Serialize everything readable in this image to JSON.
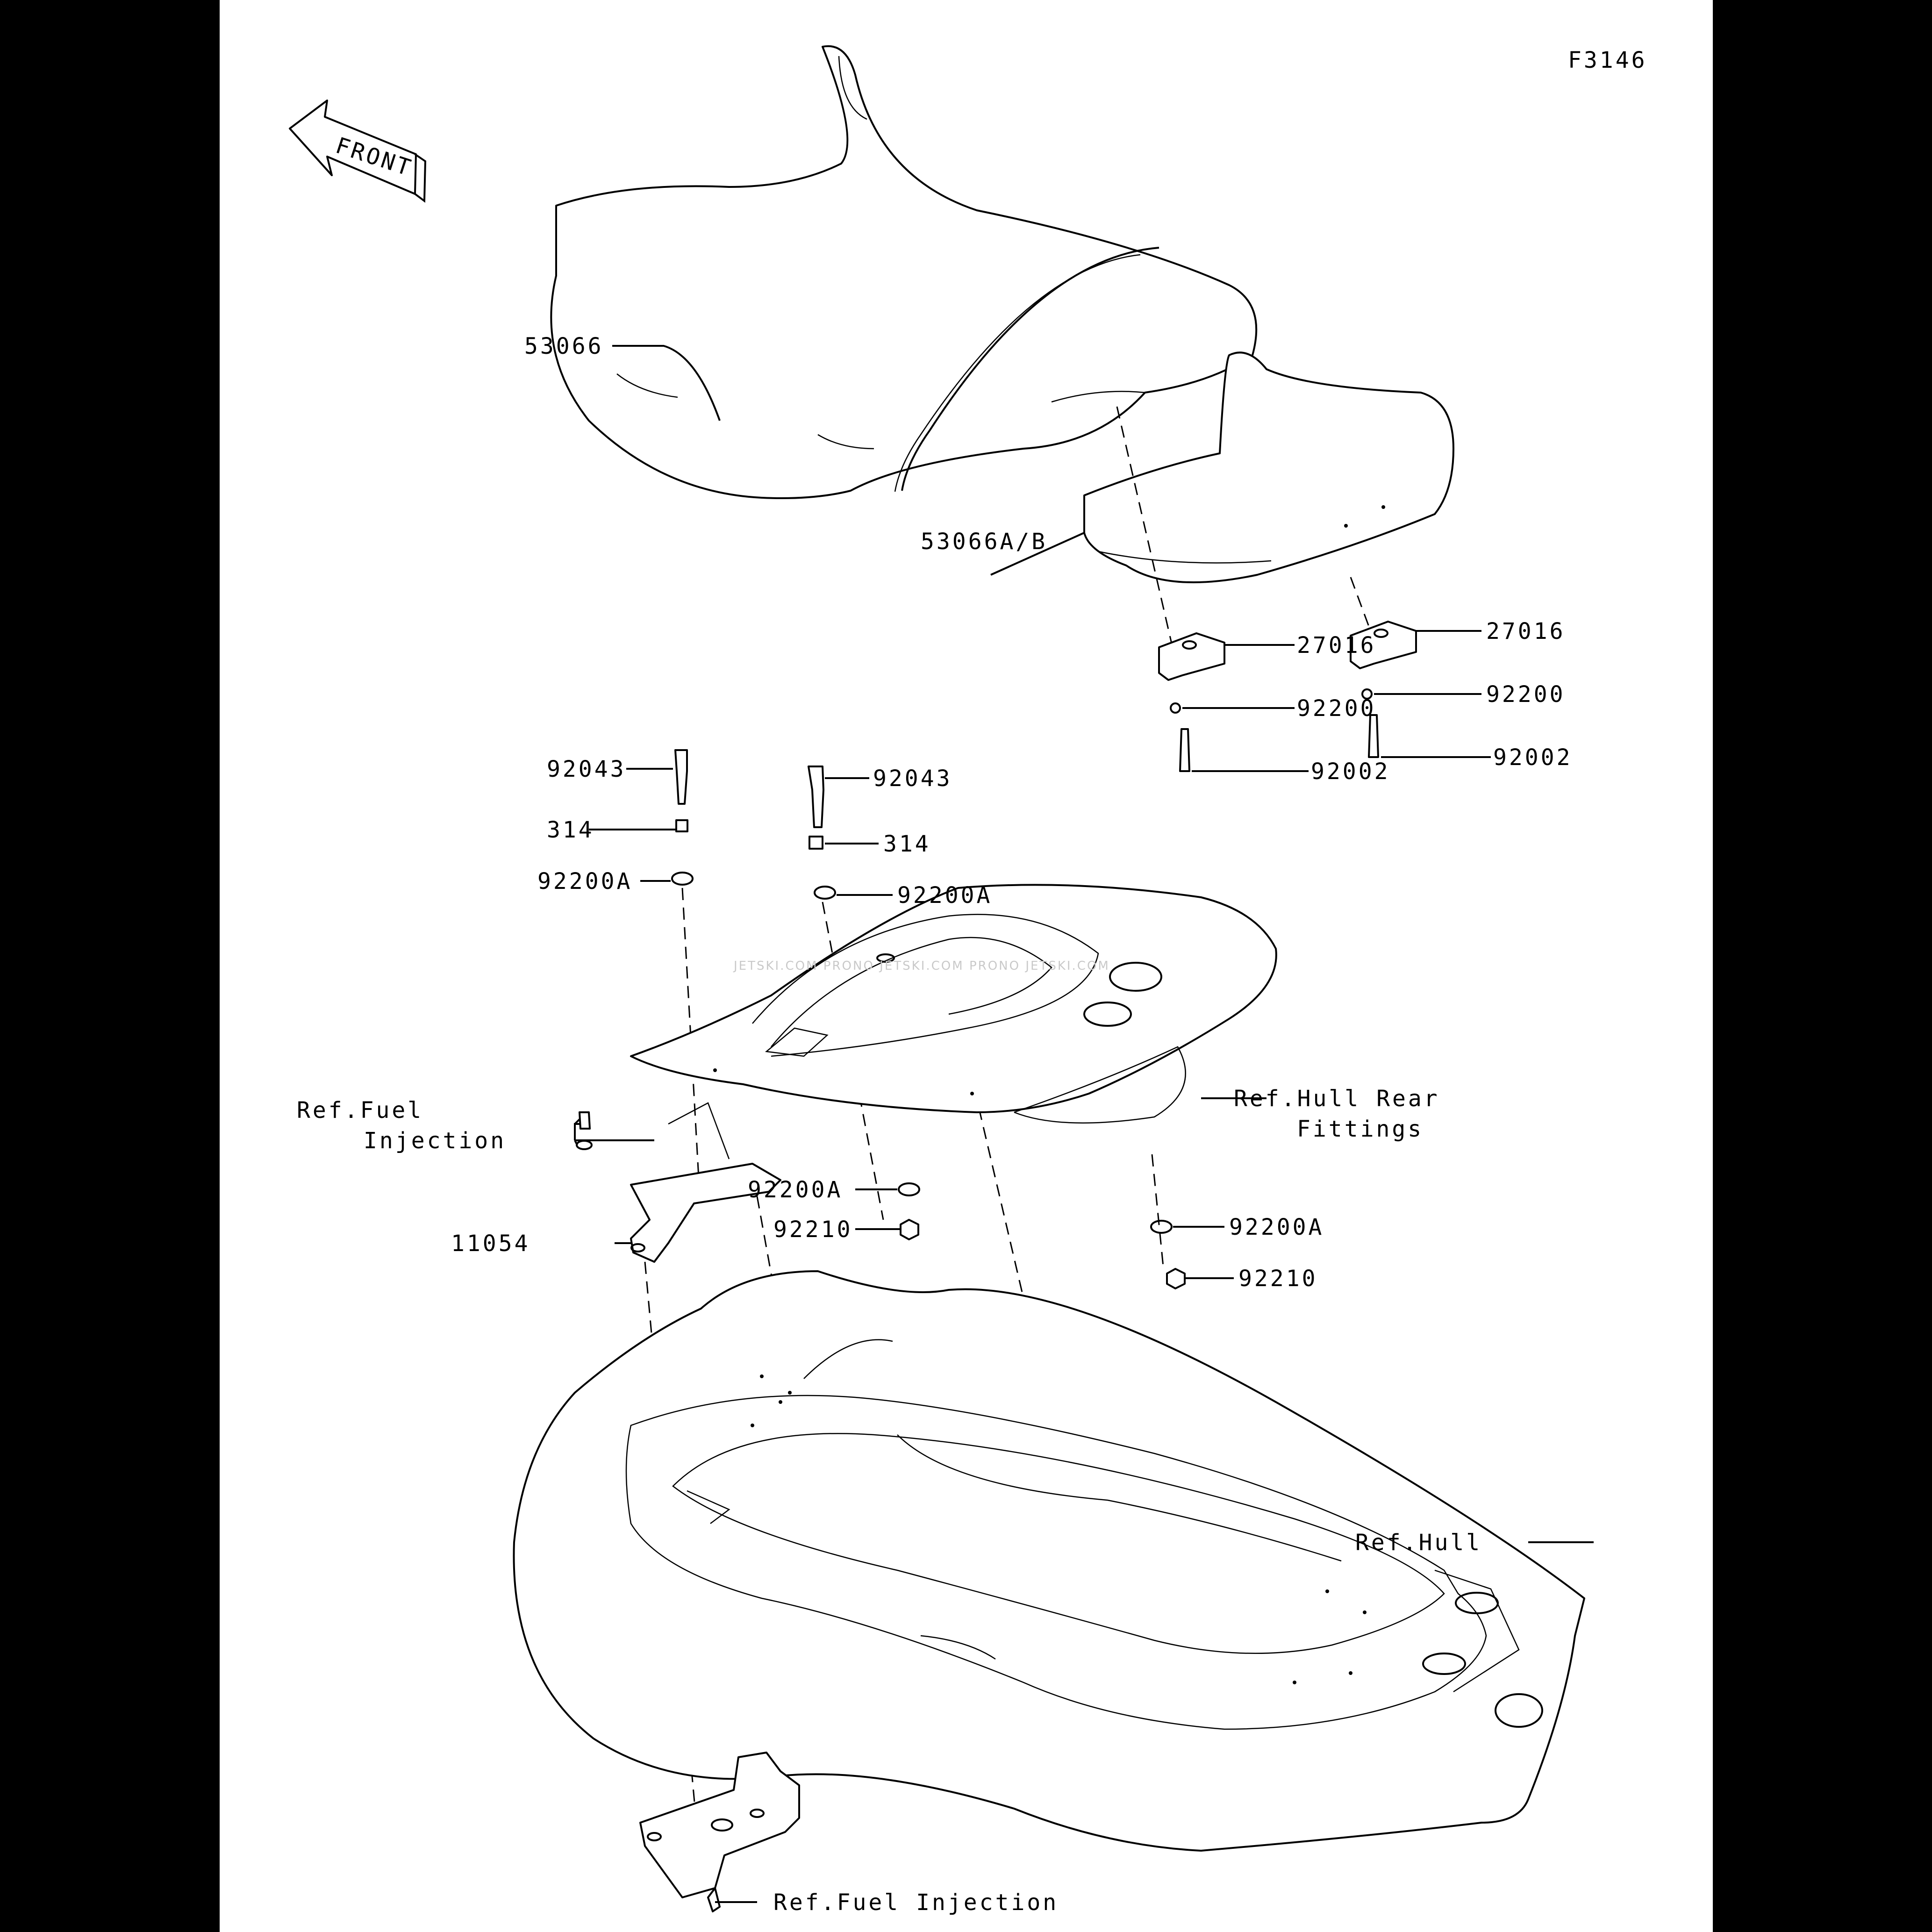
{
  "diagram": {
    "figure_id": "F3146",
    "front_label": "FRONT",
    "watermark": "JETSKI.COM PRONO JETSKI.COM PRONO JETSKI.COM",
    "labels": {
      "seat_front": "53066",
      "seat_rear": "53066A/B",
      "pad_left": "27016",
      "pad_right": "27016",
      "washer_left": "92200",
      "washer_right": "92200",
      "bolt_left": "92002",
      "bolt_right": "92002",
      "stud_left": "92043",
      "stud_right": "92043",
      "nut314_left": "314",
      "nut314_right": "314",
      "washerA_top_left": "92200A",
      "washerA_top_right": "92200A",
      "washerA_bottom_left": "92200A",
      "washerA_bottom_right": "92200A",
      "nut_left": "92210",
      "nut_right": "92210",
      "bracket": "11054",
      "ref_fuel_line1": "Ref.Fuel",
      "ref_fuel_line2": "Injection",
      "ref_hull_rear_line1": "Ref.Hull Rear",
      "ref_hull_rear_line2": "Fittings",
      "ref_hull": "Ref.Hull",
      "ref_fuel_injection": "Ref.Fuel Injection"
    }
  }
}
